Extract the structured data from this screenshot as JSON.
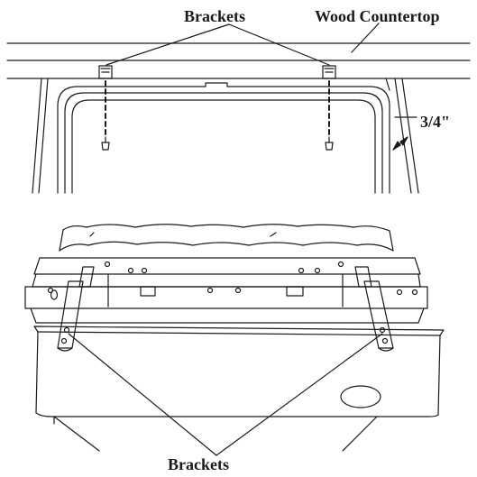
{
  "labels": {
    "brackets_top": "Brackets",
    "wood_countertop": "Wood Countertop",
    "gap_dimension": "3/4\"",
    "brackets_bottom": "Brackets"
  },
  "colors": {
    "ink": "#1a1a1a",
    "background": "#ffffff"
  }
}
